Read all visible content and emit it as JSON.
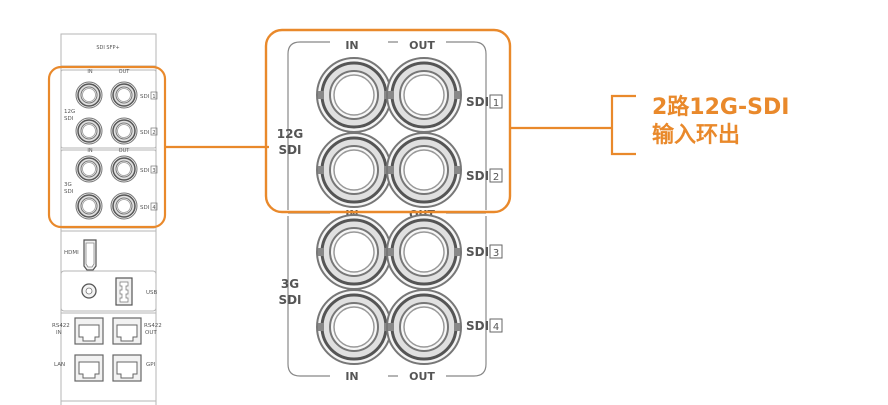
{
  "panel": {
    "header": "SDI  SFP+",
    "in": "IN",
    "out": "OUT",
    "group_12g": "12G\nSDI",
    "group_3g": "3G\nSDI",
    "sdi1": "SDI",
    "sdi2": "SDI",
    "sdi3": "SDI",
    "sdi4": "SDI",
    "n1": "1",
    "n2": "2",
    "n3": "3",
    "n4": "4",
    "hdmi": "HDMI",
    "usb": "USB",
    "rs422_in": "RS422\nIN",
    "rs422_out": "RS422\nOUT",
    "lan": "LAN",
    "gpi": "GPI"
  },
  "zoom": {
    "in_top": "IN",
    "out_top": "OUT",
    "in_mid": "IN",
    "out_mid": "OUT",
    "in_bottom": "IN",
    "out_bottom": "OUT",
    "group_12g_a": "12G",
    "group_12g_b": "SDI",
    "group_3g_a": "3G",
    "group_3g_b": "SDI",
    "sdi": "SDI",
    "n1": "1",
    "n2": "2",
    "n3": "3",
    "n4": "4"
  },
  "callout": {
    "line1": "2路12G-SDI",
    "line2": "输入环出"
  },
  "colors": {
    "accent": "#e9892b",
    "line": "#8a8a8a"
  }
}
